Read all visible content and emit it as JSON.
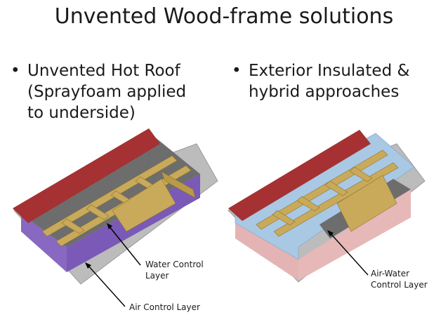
{
  "title": "Unvented Wood-frame solutions",
  "bullets": [
    {
      "marker": "•",
      "text": "Unvented Hot Roof\n(Sprayfoam applied\nto underside)"
    },
    {
      "marker": "•",
      "text": "Exterior Insulated &\nhybrid approaches"
    }
  ],
  "labels": {
    "water_control": "Water Control\nLayer",
    "air_control": "Air Control Layer",
    "air_water_control": "Air-Water\n Control Layer"
  },
  "colors": {
    "shingle": "#a53132",
    "membrane": "#6a6a6a",
    "wood": "#c9aa5a",
    "sprayfoam": "#8a6ac0",
    "rigid_insulation": "#a8c8e4",
    "batt_insulation": "#e6b6b6",
    "base_slab": "#b9b9b9"
  }
}
